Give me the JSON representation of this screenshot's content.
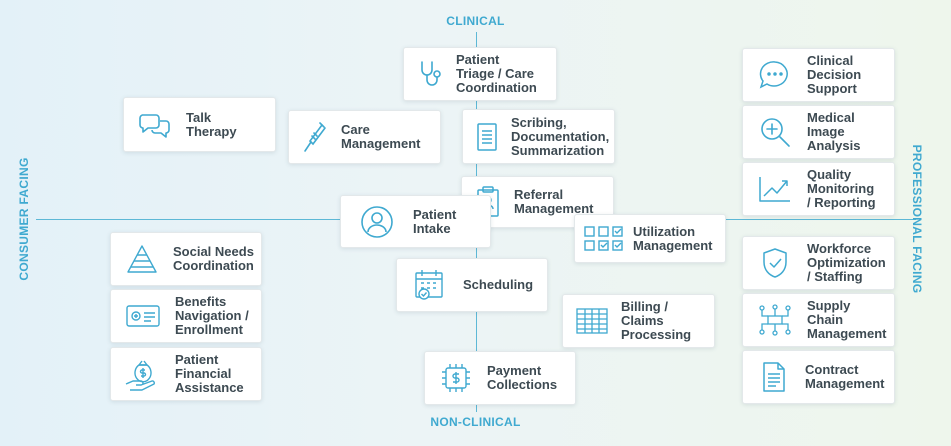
{
  "axes": {
    "top": "CLINICAL",
    "bottom": "NON-CLINICAL",
    "left": "CONSUMER FACING",
    "right": "PROFESSIONAL FACING"
  },
  "colors": {
    "accent": "#3fa9d0",
    "text": "#3d4a52",
    "line": "#5db8d6"
  },
  "cards": [
    {
      "id": "triage",
      "label": "Patient\nTriage / Care\nCoordination",
      "icon": "stethoscope-icon"
    },
    {
      "id": "talk",
      "label": "Talk\nTherapy",
      "icon": "chat-bubbles-icon"
    },
    {
      "id": "care",
      "label": "Care\nManagement",
      "icon": "syringe-icon"
    },
    {
      "id": "scribing",
      "label": "Scribing,\nDocumentation,\nSummarization",
      "icon": "document-icon"
    },
    {
      "id": "referral",
      "label": "Referral\nManagement",
      "icon": "clipboard-icon"
    },
    {
      "id": "intake",
      "label": "Patient\nIntake",
      "icon": "person-icon"
    },
    {
      "id": "utilization",
      "label": "Utilization\nManagement",
      "icon": "checklist-grid-icon"
    },
    {
      "id": "scheduling",
      "label": "Scheduling",
      "icon": "calendar-icon"
    },
    {
      "id": "billing",
      "label": "Billing /\nClaims\nProcessing",
      "icon": "spreadsheet-icon"
    },
    {
      "id": "payment",
      "label": "Payment\nCollections",
      "icon": "dollar-chip-icon"
    },
    {
      "id": "social",
      "label": "Social Needs\nCoordination",
      "icon": "pyramid-icon"
    },
    {
      "id": "benefits",
      "label": "Benefits\nNavigation /\nEnrollment",
      "icon": "id-card-icon"
    },
    {
      "id": "financial",
      "label": "Patient\nFinancial\nAssistance",
      "icon": "money-bag-hand-icon"
    },
    {
      "id": "cds",
      "label": "Clinical\nDecision\nSupport",
      "icon": "speech-bubble-icon"
    },
    {
      "id": "image",
      "label": "Medical\nImage\nAnalysis",
      "icon": "magnifier-icon"
    },
    {
      "id": "quality",
      "label": "Quality\nMonitoring\n/ Reporting",
      "icon": "line-chart-icon"
    },
    {
      "id": "workforce",
      "label": "Workforce\nOptimization\n/ Staffing",
      "icon": "shield-check-icon"
    },
    {
      "id": "supply",
      "label": "Supply\nChain\nManagement",
      "icon": "network-icon"
    },
    {
      "id": "contract",
      "label": "Contract\nManagement",
      "icon": "contract-document-icon"
    }
  ]
}
